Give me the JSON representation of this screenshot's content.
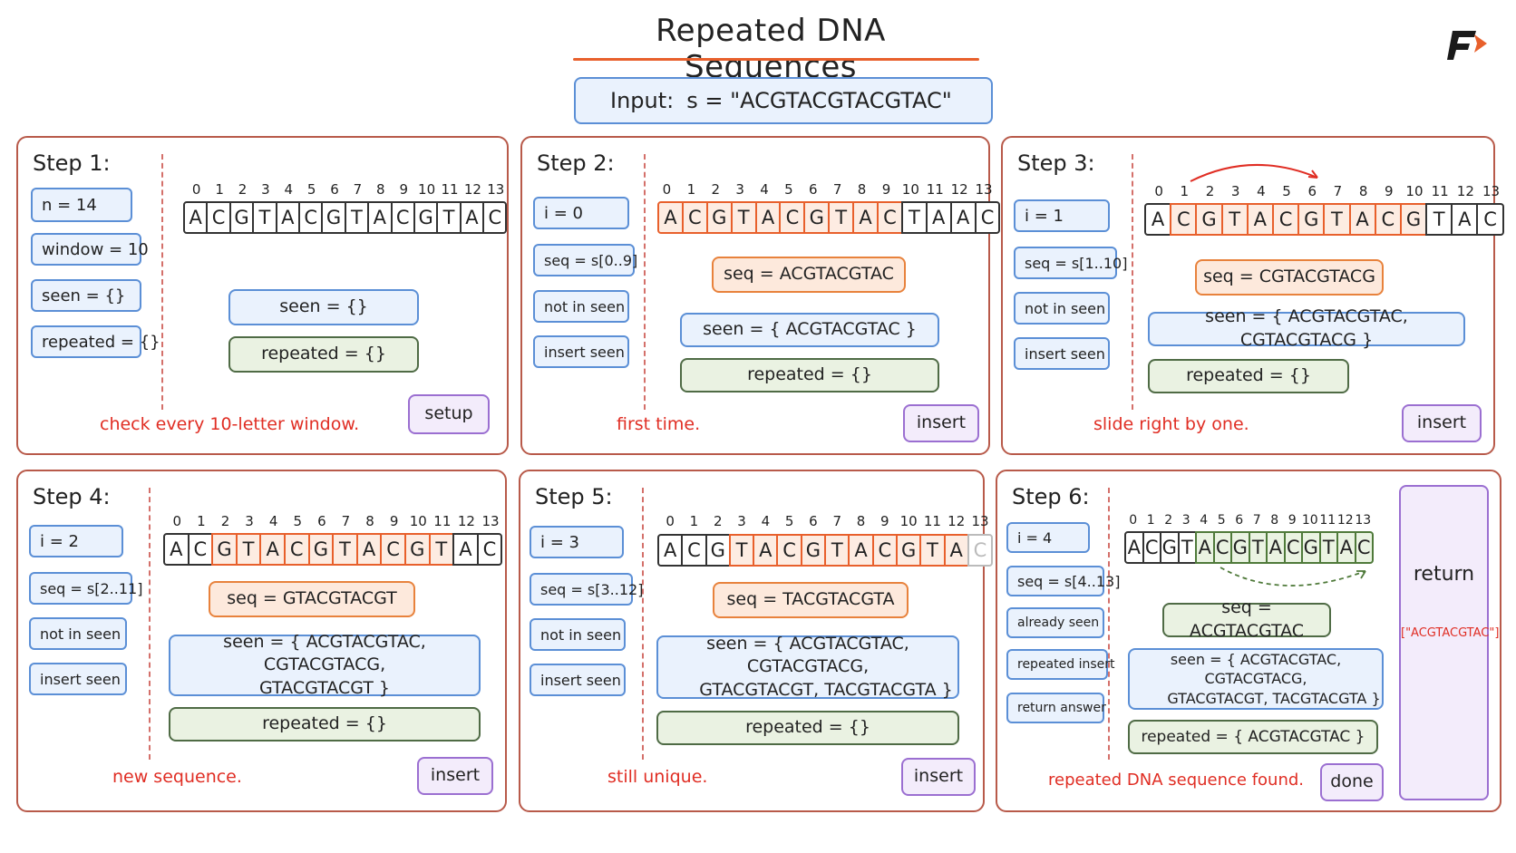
{
  "header": {
    "title": "Repeated DNA Sequences",
    "input_label": "Input:",
    "input_expr": "s = \"ACGTACGTACGTAC\""
  },
  "colors": {
    "accent": "#e8602c",
    "blue": "#5b8fd6",
    "green": "#4f6b45",
    "purple": "#9b6fd1",
    "caption_red": "#e02e24"
  },
  "letters": [
    "A",
    "C",
    "G",
    "T",
    "A",
    "C",
    "G",
    "T",
    "A",
    "C",
    "G",
    "T",
    "A",
    "C"
  ],
  "indices": [
    "0",
    "1",
    "2",
    "3",
    "4",
    "5",
    "6",
    "7",
    "8",
    "9",
    "10",
    "11",
    "12",
    "13"
  ],
  "steps": [
    {
      "title": "Step 1:",
      "vars": [
        "n = 14",
        "window = 10",
        "seen = {}",
        "repeated = {}"
      ],
      "seen": "seen = {}",
      "repeated": "repeated = {}",
      "caption": "check every 10-letter window.",
      "action": "setup"
    },
    {
      "title": "Step 2:",
      "vars": [
        "i = 0",
        "seq = s[0..9]",
        "not in seen",
        "insert seen"
      ],
      "letters": [
        "A",
        "C",
        "G",
        "T",
        "A",
        "C",
        "G",
        "T",
        "A",
        "C",
        "T",
        "A",
        "A",
        "C"
      ],
      "seq": "seq = ACGTACGTAC",
      "seen": "seen = { ACGTACGTAC }",
      "repeated": "repeated = {}",
      "caption": "first time.",
      "action": "insert"
    },
    {
      "title": "Step 3:",
      "vars": [
        "i = 1",
        "seq = s[1..10]",
        "not in seen",
        "insert seen"
      ],
      "seq": "seq = CGTACGTACG",
      "seen": "seen = { ACGTACGTAC, CGTACGTACG }",
      "repeated": "repeated = {}",
      "caption": "slide right by one.",
      "action": "insert"
    },
    {
      "title": "Step 4:",
      "vars": [
        "i = 2",
        "seq = s[2..11]",
        "not in seen",
        "insert seen"
      ],
      "seq": "seq = GTACGTACGT",
      "seen_line1": "seen = { ACGTACGTAC, CGTACGTACG,",
      "seen_line2": "GTACGTACGT }",
      "repeated": "repeated = {}",
      "caption": "new sequence.",
      "action": "insert"
    },
    {
      "title": "Step 5:",
      "vars": [
        "i = 3",
        "seq = s[3..12]",
        "not in seen",
        "insert seen"
      ],
      "seq": "seq = TACGTACGTA",
      "seen_line1": "seen = { ACGTACGTAC, CGTACGTACG,",
      "seen_line2": "GTACGTACGT, TACGTACGTA }",
      "repeated": "repeated = {}",
      "caption": "still unique.",
      "action": "insert"
    },
    {
      "title": "Step 6:",
      "vars": [
        "i = 4",
        "seq = s[4..13]",
        "already seen",
        "repeated insert",
        "return answer"
      ],
      "seq": "seq = ACGTACGTAC",
      "seen_line1": "seen = { ACGTACGTAC, CGTACGTACG,",
      "seen_line2": "GTACGTACGT, TACGTACGTA }",
      "repeated": "repeated = { ACGTACGTAC }",
      "caption": "repeated DNA sequence found.",
      "action": "done",
      "return_label": "return",
      "return_value": "[\"ACGTACGTAC\"]"
    }
  ]
}
